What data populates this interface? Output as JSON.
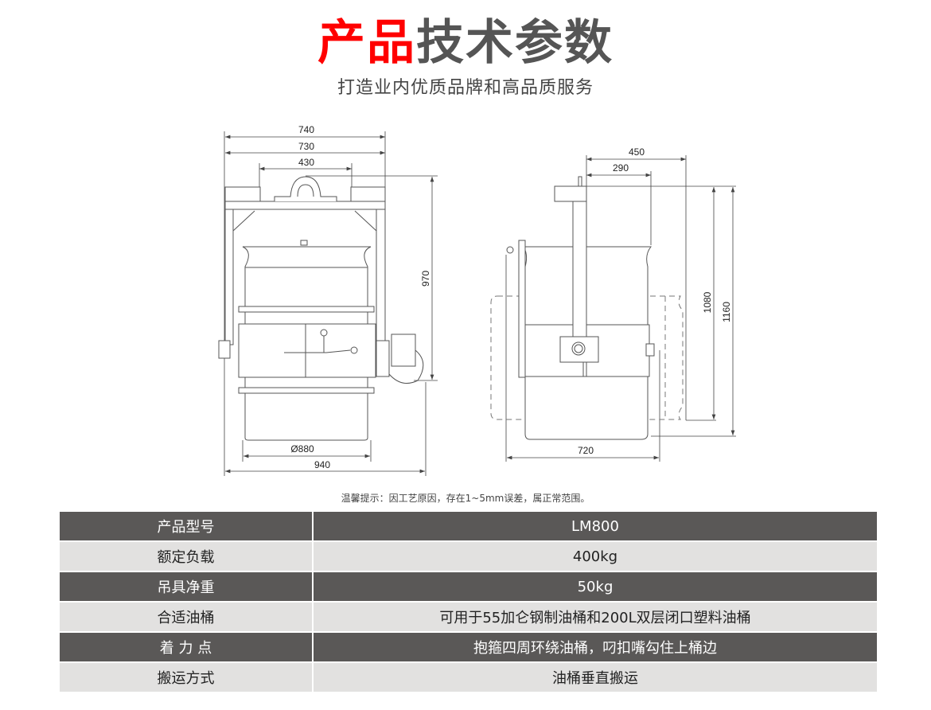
{
  "header": {
    "title_red": "产品",
    "title_gray": "技术参数",
    "subtitle": "打造业内优质品牌和高品质服务"
  },
  "drawing": {
    "front_view": {
      "width_top": "740",
      "width_inner": "730",
      "hook_width": "430",
      "height": "970",
      "drum_diameter": "Ø880",
      "overall_width": "940"
    },
    "side_view": {
      "depth_total": "450",
      "depth_offset": "290",
      "height_1": "1080",
      "height_2": "1160",
      "width": "720"
    }
  },
  "note": "温馨提示：因工艺原因，存在1~5mm误差，属正常范围。",
  "colors": {
    "title_red": "#ff0000",
    "title_gray": "#555555",
    "row_dark": "#5a5857",
    "row_light": "#e2e1e0"
  },
  "spec_table": {
    "rows": [
      {
        "label": "产品型号",
        "value": "LM800"
      },
      {
        "label": "额定负载",
        "value": "400kg"
      },
      {
        "label": "吊具净重",
        "value": "50kg"
      },
      {
        "label": "合适油桶",
        "value": "可用于55加仑钢制油桶和200L双层闭口塑料油桶"
      },
      {
        "label": "着 力 点",
        "value": "抱箍四周环绕油桶，叼扣嘴勾住上桶边"
      },
      {
        "label": "搬运方式",
        "value": "油桶垂直搬运"
      }
    ]
  }
}
